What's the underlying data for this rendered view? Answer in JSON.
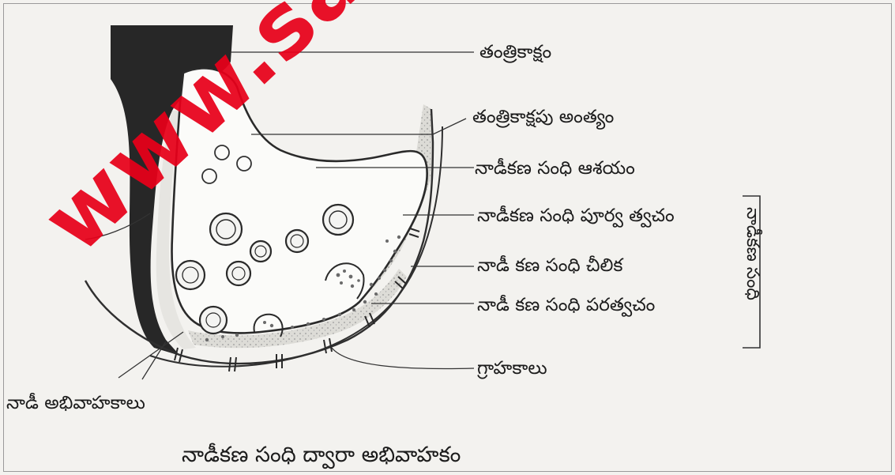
{
  "labels": {
    "axon": "తంత్రికాక్షం",
    "axon_terminal": "తంత్రికాక్షపు అంత్యం",
    "synaptic_knob": "నాడీకణ సంధి ఆశయం",
    "presynaptic_membrane": "నాడీకణ సంధి పూర్వ త్వచం",
    "synaptic_cleft": "నాడీ కణ సంధి చీలిక",
    "postsynaptic_membrane": "నాడీ కణ సంధి పరత్వచం",
    "receptors": "గ్రాహకాలు",
    "neurotransmitters": "నాడీ అభివాహకాలు",
    "synapse_group": "నాడీకణ సంధి"
  },
  "caption": "నాడీకణ సంధి ద్వారా అభివాహకం",
  "watermark": "www.sakshieducation.com",
  "colors": {
    "watermark": "#e8001a",
    "axon_sheath": "#2a2a2a",
    "line": "#333333"
  }
}
